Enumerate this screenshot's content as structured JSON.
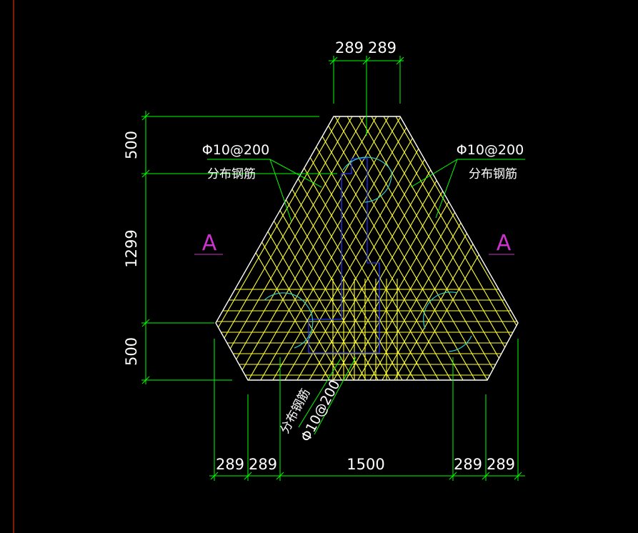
{
  "colors": {
    "background": "#000000",
    "outline": "#ffffff",
    "dimension": "#00ff00",
    "rebar": "#ffff33",
    "column": "#2233ff",
    "arc": "#33cccc",
    "section": "#cc33cc",
    "frame_edge": "#ff3300"
  },
  "dimensions": {
    "top": [
      "289",
      "289"
    ],
    "left": [
      "500",
      "1299",
      "500"
    ],
    "bottom": [
      "289",
      "289",
      "1500",
      "289",
      "289"
    ]
  },
  "rebar_labels": {
    "left": {
      "spec": "Φ10@200",
      "name": "分布钢筋"
    },
    "right": {
      "spec": "Φ10@200",
      "name": "分布钢筋"
    },
    "bottom": {
      "spec": "Φ10@200",
      "name": "分布钢筋"
    }
  },
  "section_marks": {
    "left": "A",
    "right": "A"
  }
}
